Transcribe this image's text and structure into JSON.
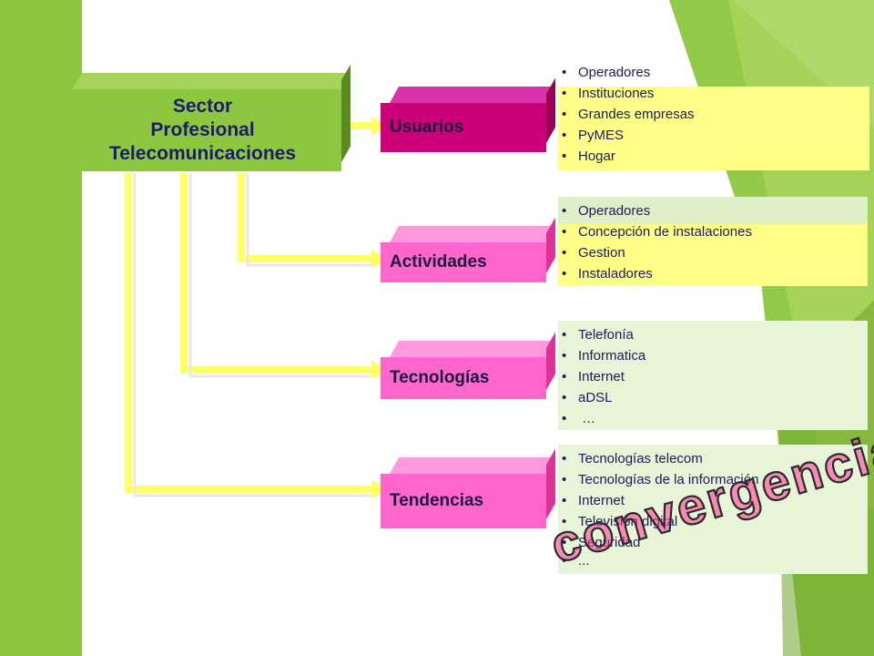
{
  "colors": {
    "green": "#8dc63f",
    "green_dark": "#6ea32a",
    "box_pink": "#ff66cc",
    "box_magenta": "#cc0077",
    "connector_yellow": "#ffff66",
    "panel_yellow": "#ffff88",
    "panel_light_green": "#dff0c8",
    "title_text": "#1c1c6b",
    "convergencia_fill": "#ff3399"
  },
  "root": {
    "title_line1": "Sector",
    "title_line2": "Profesional",
    "title_line3": "Telecomunicaciones"
  },
  "branches": [
    {
      "label": "Usuarios",
      "items": [
        "Operadores",
        "Instituciones",
        "Grandes empresas",
        "PyMES",
        "Hogar"
      ]
    },
    {
      "label": "Actividades",
      "items": [
        "Operadores",
        "Concepción de instalaciones",
        "Gestion",
        "Instaladores"
      ]
    },
    {
      "label": "Tecnologías",
      "items": [
        "Telefonía",
        "Informatica",
        "Internet",
        "aDSL",
        " …"
      ]
    },
    {
      "label": "Tendencias",
      "items": [
        "Tecnologías telecom",
        "Tecnologías de la información",
        "Internet",
        "Televisión digital",
        "Seguridad",
        "..."
      ]
    }
  ],
  "overlay_word": "convergencia"
}
